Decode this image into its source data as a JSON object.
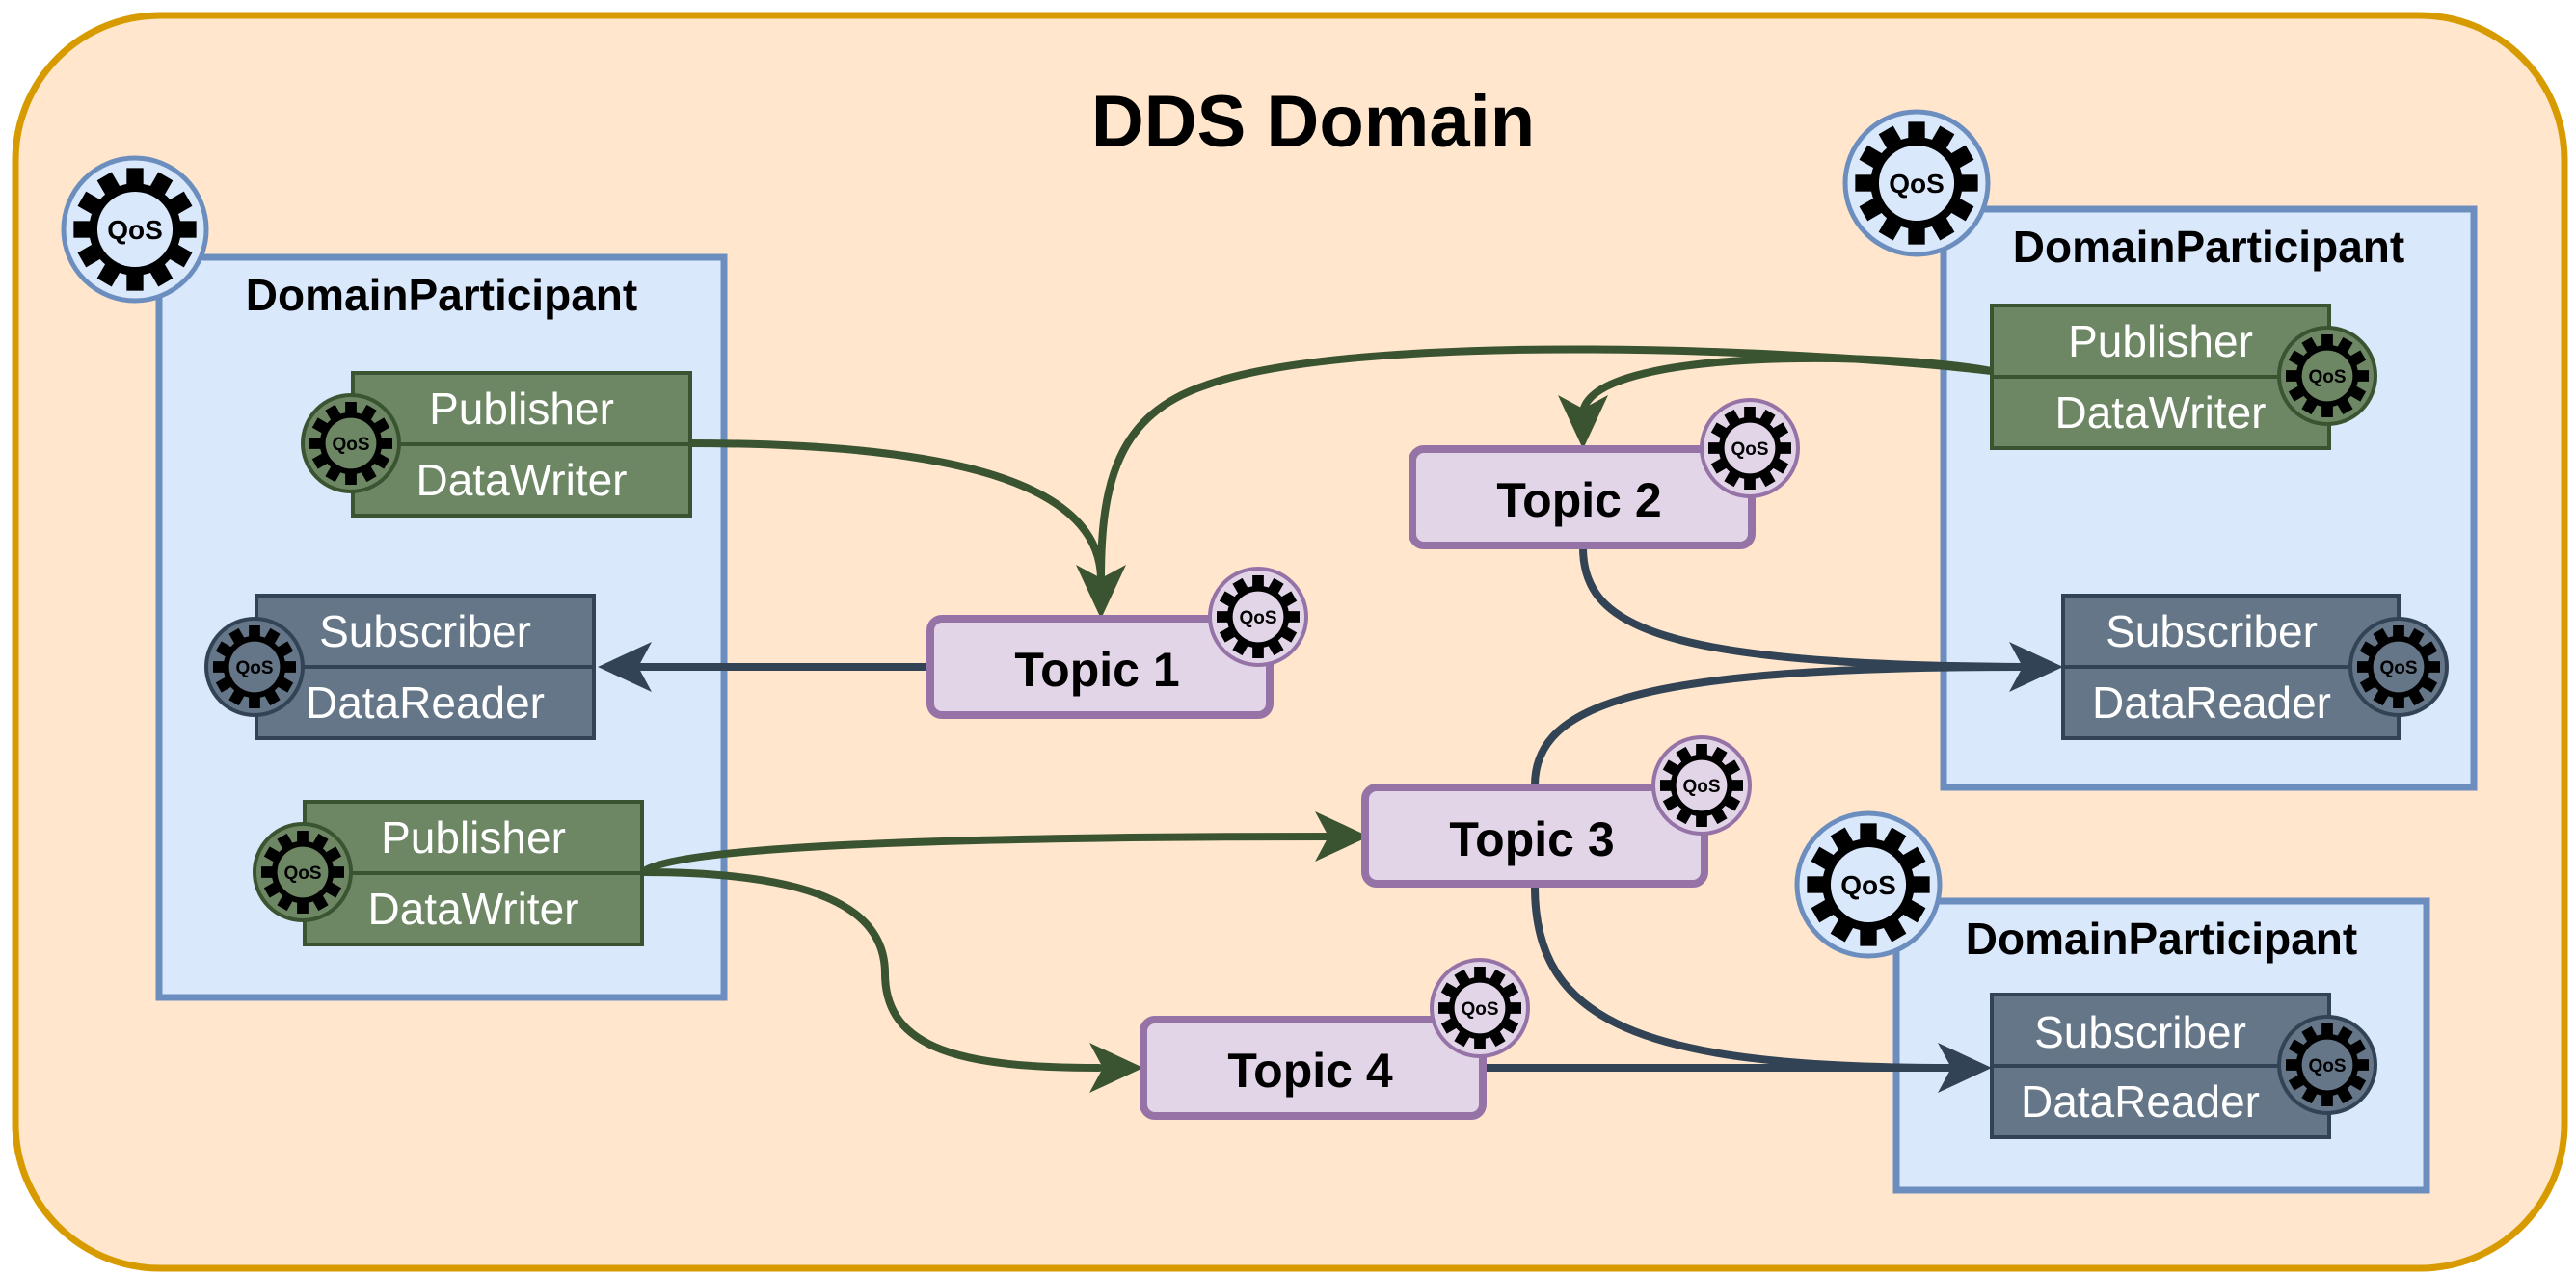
{
  "title": "DDS Domain",
  "qos_label": "QoS",
  "participants": [
    {
      "label": "DomainParticipant",
      "entities": [
        {
          "kind": "publisher",
          "top": "Publisher",
          "bottom": "DataWriter"
        },
        {
          "kind": "subscriber",
          "top": "Subscriber",
          "bottom": "DataReader"
        },
        {
          "kind": "publisher",
          "top": "Publisher",
          "bottom": "DataWriter"
        }
      ]
    },
    {
      "label": "DomainParticipant",
      "entities": [
        {
          "kind": "publisher",
          "top": "Publisher",
          "bottom": "DataWriter"
        },
        {
          "kind": "subscriber",
          "top": "Subscriber",
          "bottom": "DataReader"
        }
      ]
    },
    {
      "label": "DomainParticipant",
      "entities": [
        {
          "kind": "subscriber",
          "top": "Subscriber",
          "bottom": "DataReader"
        }
      ]
    }
  ],
  "topics": [
    "Topic 1",
    "Topic 2",
    "Topic 3",
    "Topic 4"
  ],
  "colors": {
    "domain_fill": "#ffe6cc",
    "domain_stroke": "#d79b00",
    "participant_fill": "#dae8fc",
    "participant_stroke": "#6c8ebf",
    "publisher_fill": "#6d8764",
    "publisher_stroke": "#3a5431",
    "subscriber_fill": "#647687",
    "subscriber_stroke": "#314354",
    "topic_fill": "#e1d5e7",
    "topic_stroke": "#9673a6",
    "write_arrow": "#3a5431",
    "read_arrow": "#314354"
  }
}
